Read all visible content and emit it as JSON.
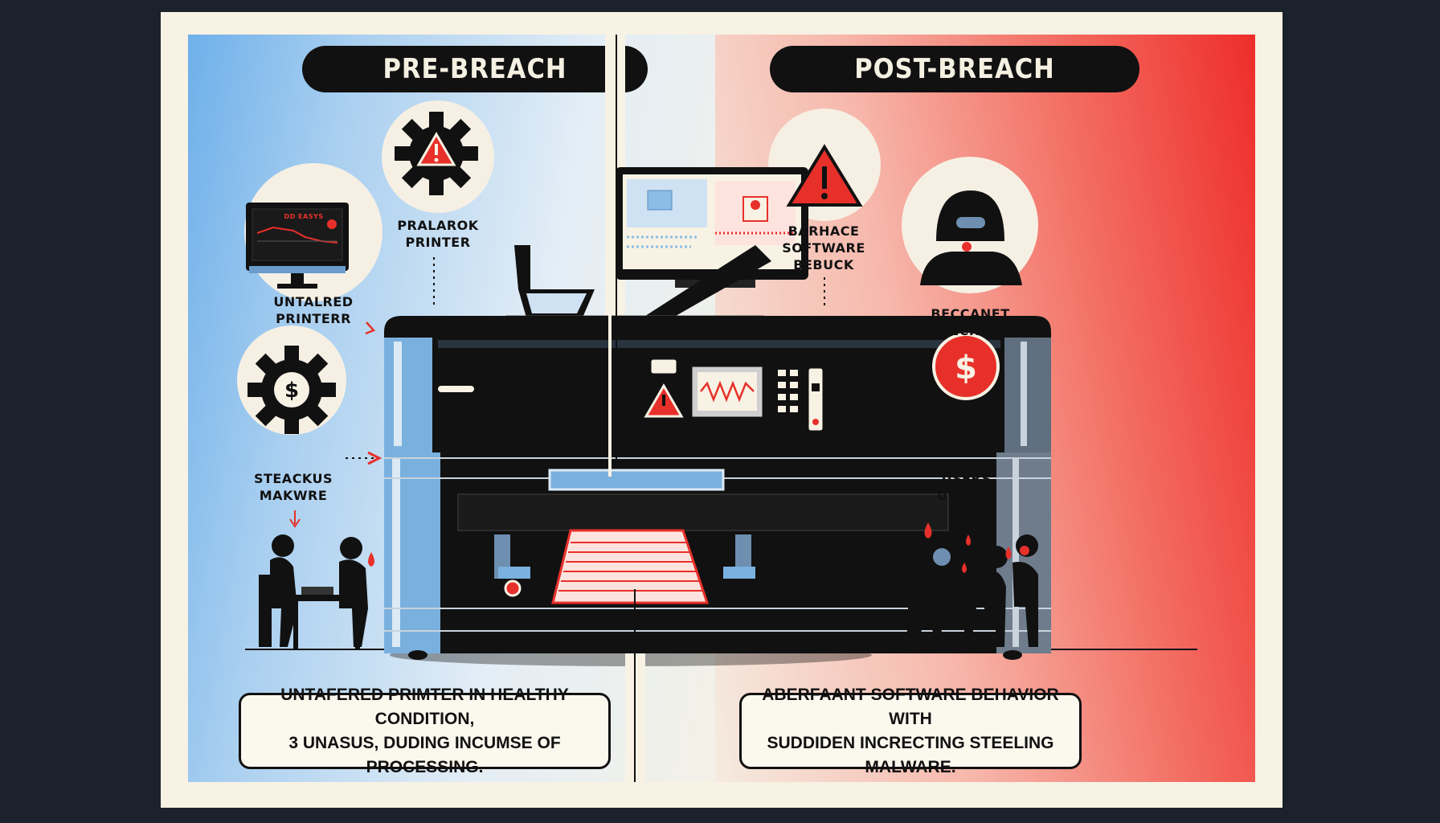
{
  "panels": {
    "left": {
      "title": "PRE-BREACH"
    },
    "right": {
      "title": "POST-BREACH"
    }
  },
  "left_labels": {
    "monitor_screen": "DD EASYS",
    "monitor": [
      "UNTALRED",
      "PRINTERR"
    ],
    "gear": [
      "PRALAROK",
      "PRINTER"
    ],
    "malware": [
      "STEACKUS",
      "MAKWRE"
    ]
  },
  "right_labels": {
    "warning": [
      "BARHACE",
      "SOFTWARE",
      "BEBUCK"
    ],
    "hacker": [
      "BECCANET",
      "PRECHVEN"
    ],
    "users": [
      "USERS",
      "USEERS"
    ]
  },
  "captions": {
    "left": [
      "UNTAFERED PRIMTER IN HEALTHY CONDITION,",
      "3 UNASUS, DUDING INCUMSE OF PROCESSING."
    ],
    "right": [
      "ABERFAANT SOFTWARE BEHAVIOR WITH",
      "SUDDIDEN INCRECTING STEELING MALWARE."
    ]
  },
  "icons": [
    "monitor-icon",
    "gear-warning-icon",
    "gear-dollar-icon",
    "people-at-table-icon",
    "warning-triangle-icon",
    "hacker-icon",
    "dollar-circle-icon",
    "users-icon",
    "printer-icon"
  ],
  "colors": {
    "accent_red": "#e8302a",
    "accent_blue": "#6eb0ea",
    "ink": "#111111",
    "paper": "#f7f2e4"
  }
}
